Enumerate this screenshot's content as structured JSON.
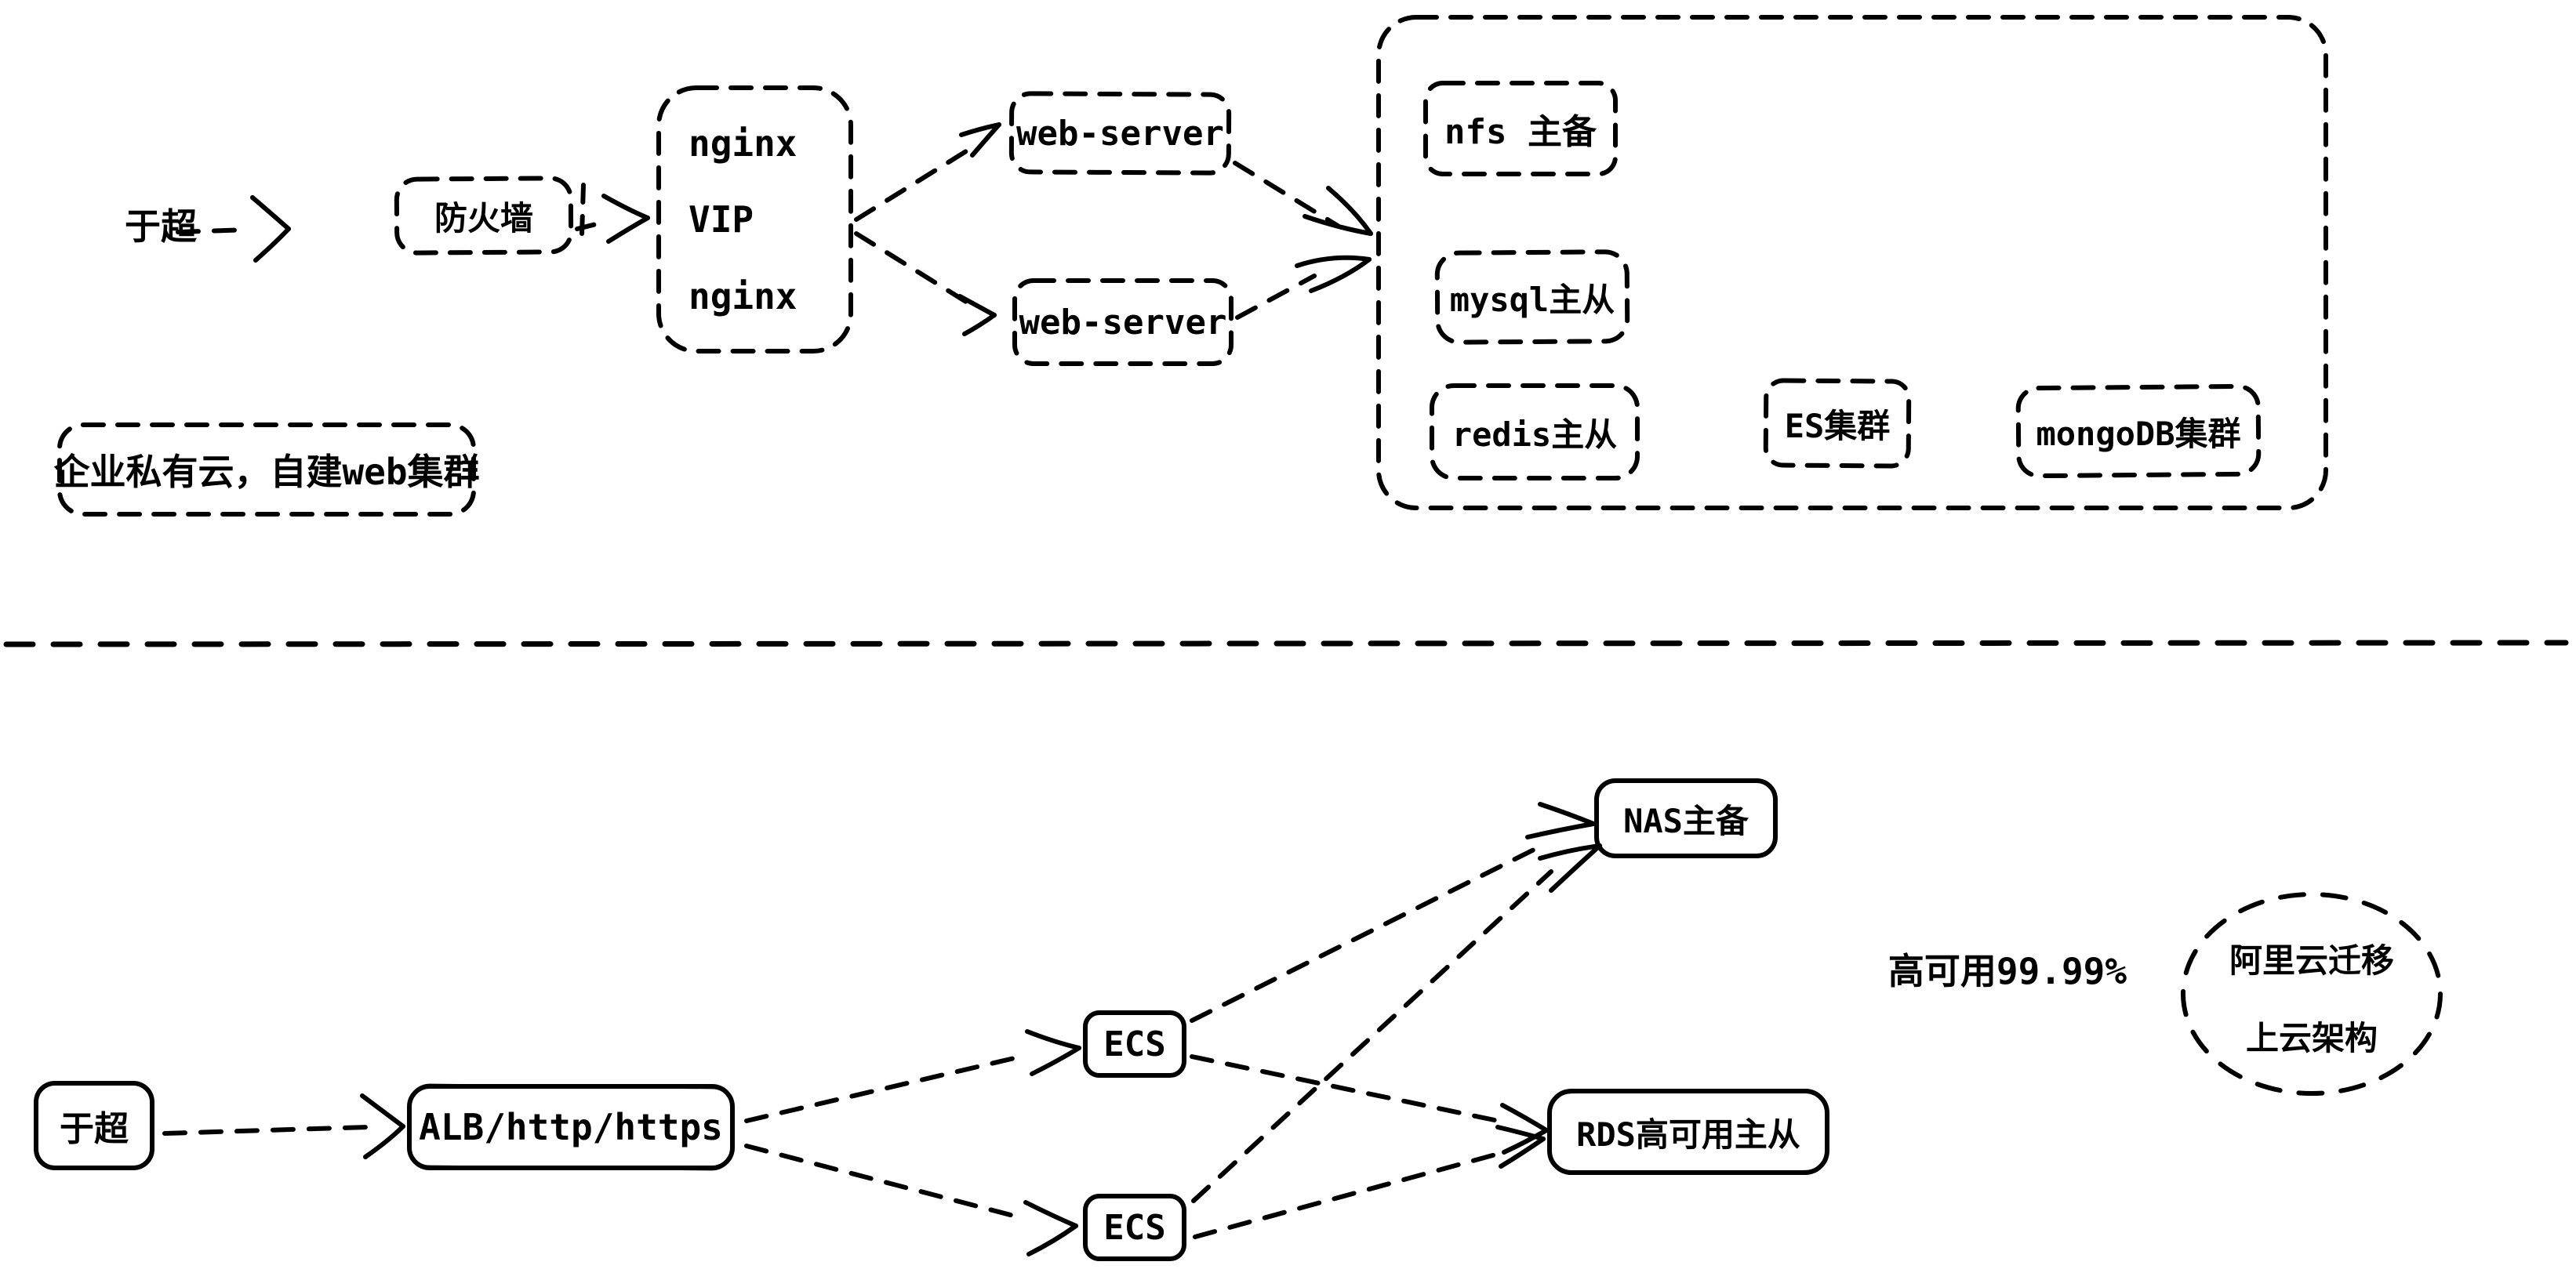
{
  "diagram": {
    "top": {
      "actor": "于超",
      "firewall": "防火墙",
      "lb_stack": {
        "line1": "nginx",
        "line2": "VIP",
        "line3": "nginx"
      },
      "web_server_1": "web-server",
      "web_server_2": "web-server",
      "backend_cluster": {
        "nfs": "nfs 主备",
        "mysql": "mysql主从",
        "redis": "redis主从",
        "es": "ES集群",
        "mongodb": "mongoDB集群"
      },
      "caption": "企业私有云，自建web集群"
    },
    "bottom": {
      "actor": "于超",
      "alb": "ALB/http/https",
      "ecs_1": "ECS",
      "ecs_2": "ECS",
      "nas": "NAS主备",
      "rds": "RDS高可用主从",
      "availability": "高可用99.99%",
      "cloud_note_line1": "阿里云迁移",
      "cloud_note_line2": "上云架构"
    },
    "colors": {
      "ink": "#000000",
      "background": "#ffffff"
    }
  }
}
